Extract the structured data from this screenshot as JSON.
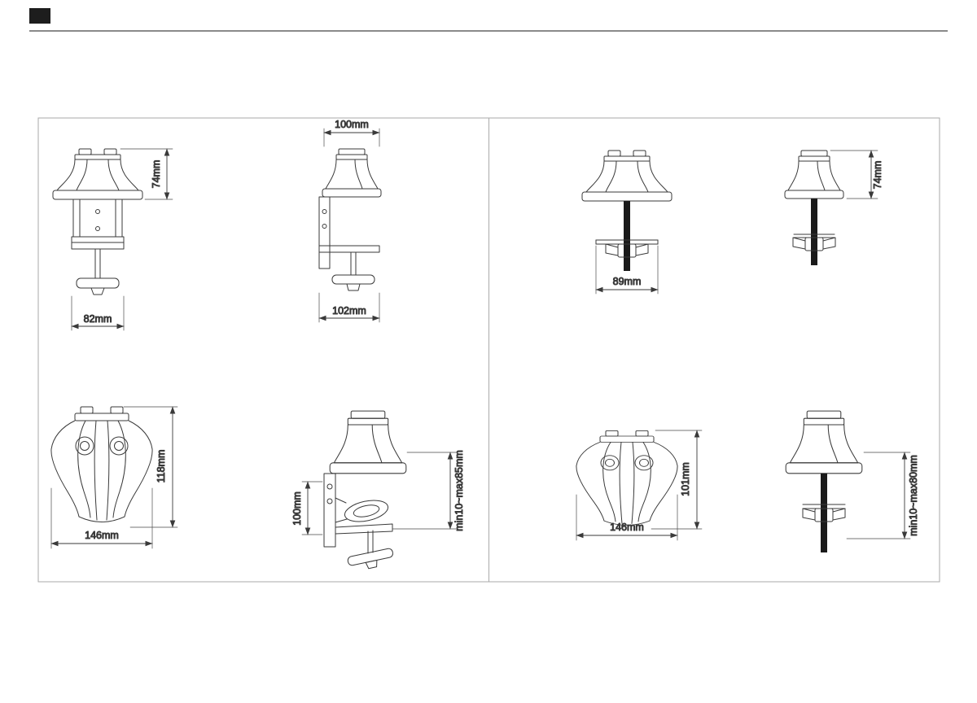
{
  "colors": {
    "line": "#3a3a3a",
    "frame": "#aaaaaa",
    "ink": "#1a1a1a",
    "background": "#ffffff"
  },
  "left_panel": {
    "clamp_front": {
      "height": "74mm",
      "width": "82mm"
    },
    "clamp_side": {
      "depth": "100mm",
      "width": "102mm"
    },
    "base_front": {
      "height": "118mm",
      "width": "146mm"
    },
    "clamp_detail": {
      "bracket": "100mm",
      "range": "min10~max85mm"
    }
  },
  "right_panel": {
    "grommet_front": {
      "plate": "89mm"
    },
    "grommet_side": {
      "height": "74mm"
    },
    "base_front": {
      "height": "101mm",
      "width": "146mm"
    },
    "grommet_detail": {
      "range": "min10~max80mm"
    }
  }
}
